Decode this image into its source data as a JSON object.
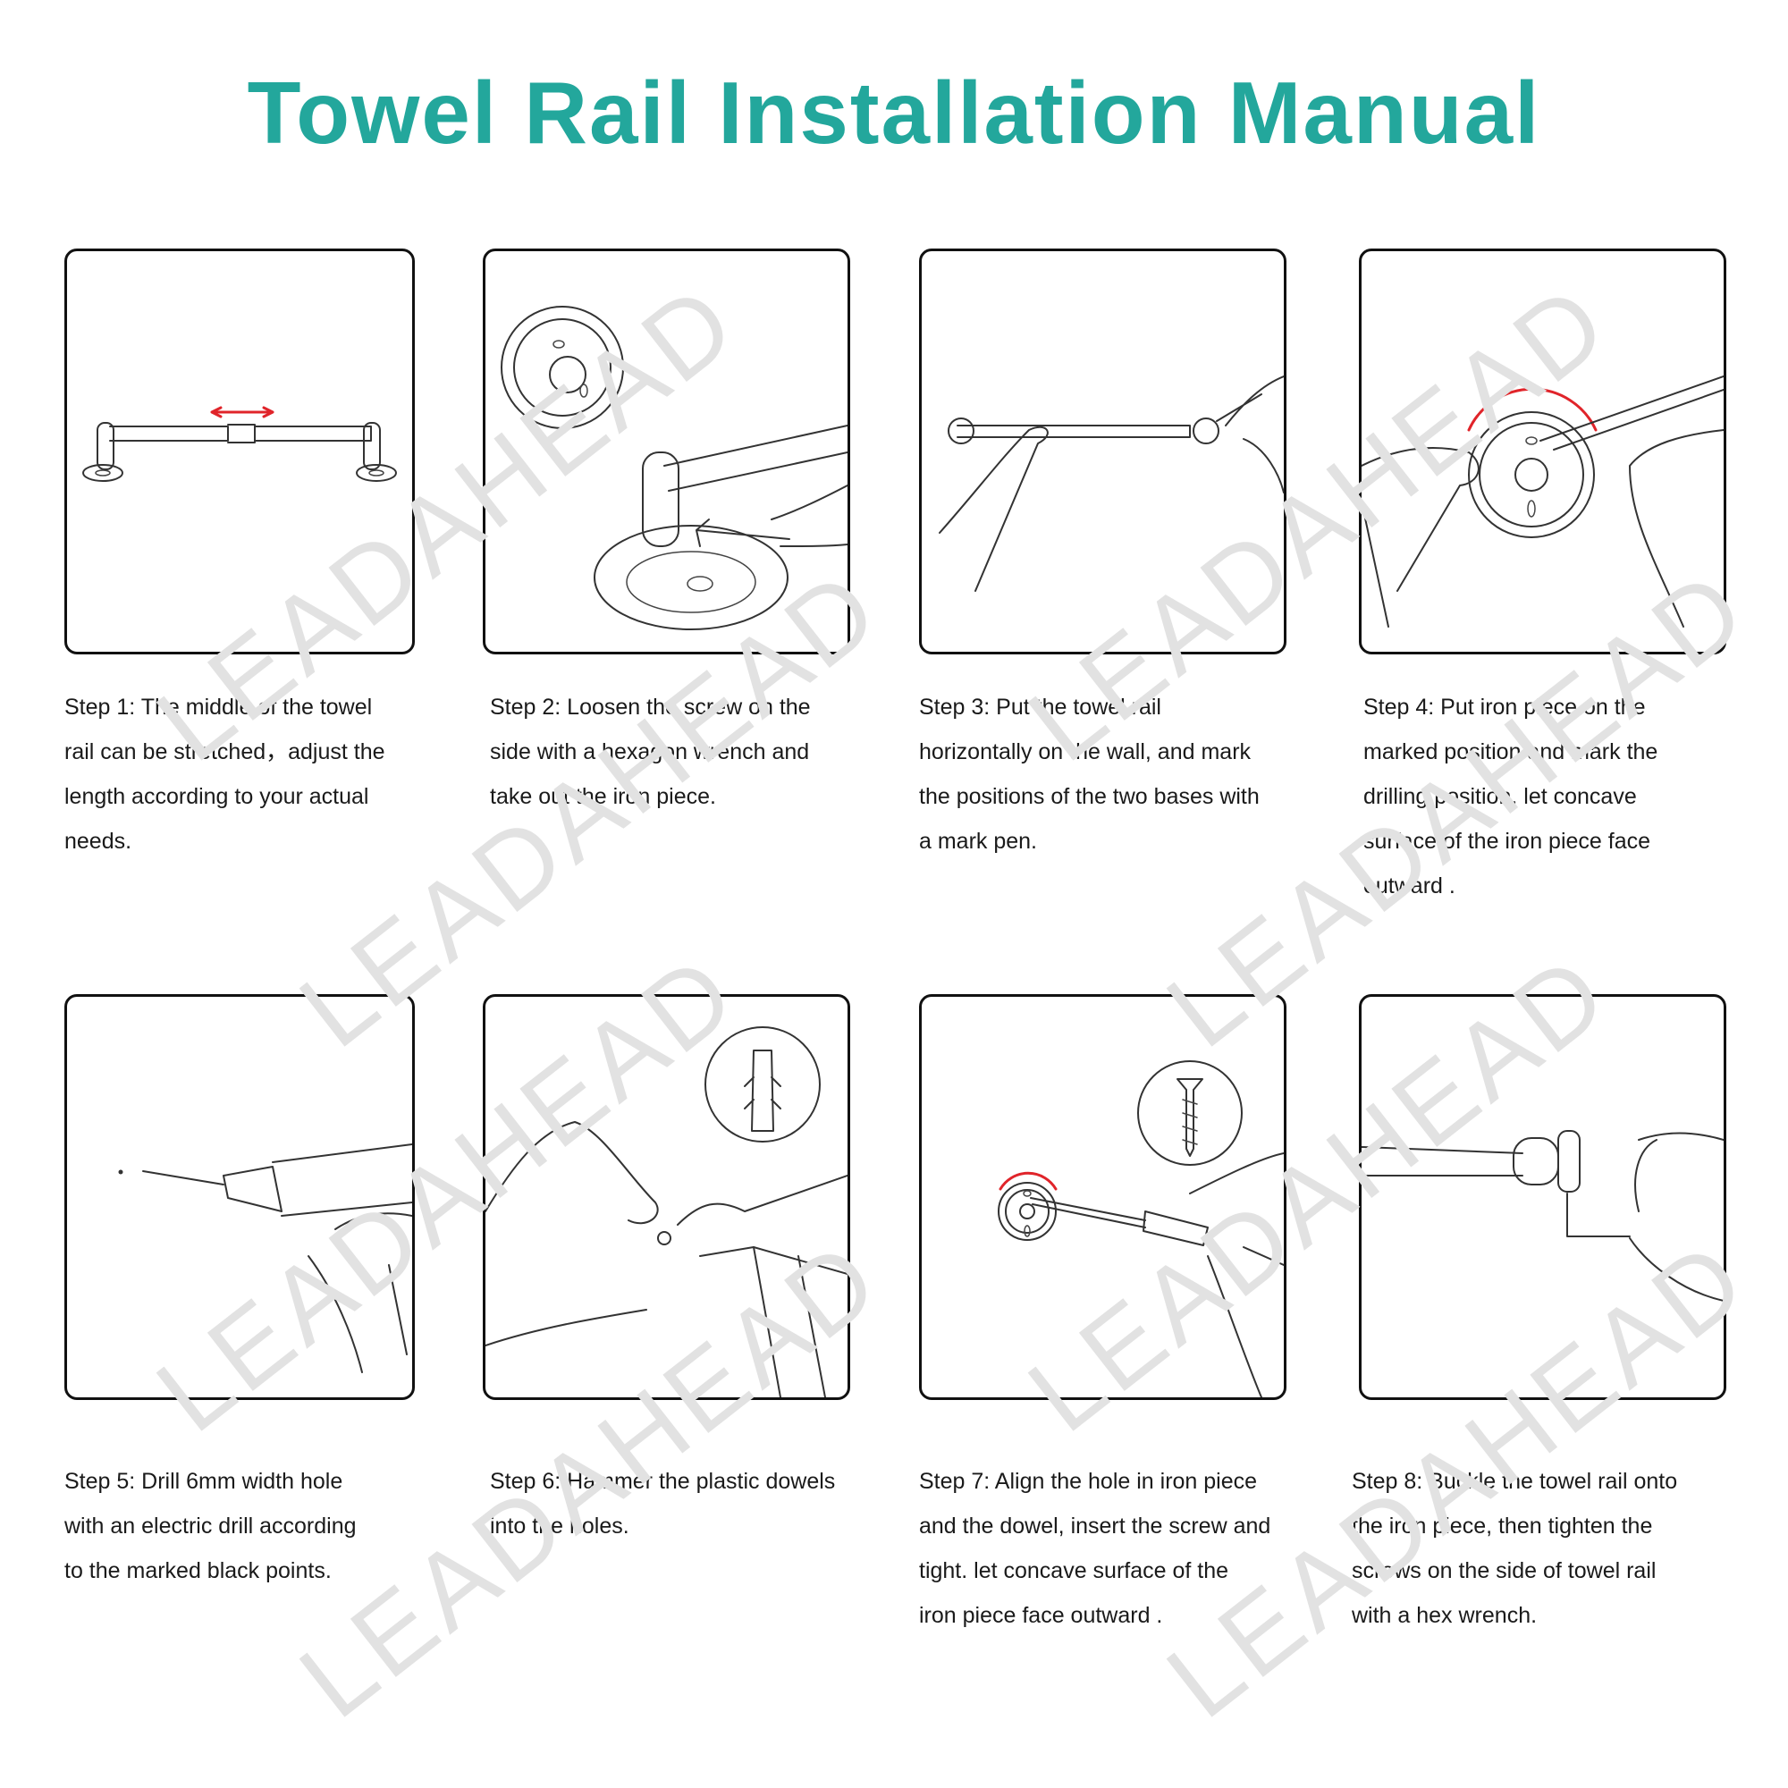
{
  "title": "Towel Rail Installation Manual",
  "watermark": "LEADAHEAD",
  "accent_color": "#23a79c",
  "highlight_color": "#e0242a",
  "steps": [
    {
      "lines": [
        "Step  1: The middle of the towel",
        "rail can be stretched，adjust the",
        "length according to your actual",
        "needs."
      ]
    },
    {
      "lines": [
        "Step 2: Loosen the screw on the",
        "side with a hexagon wrench and",
        "take out the iron piece."
      ]
    },
    {
      "lines": [
        "Step 3: Put the towel rail",
        "horizontally on the wall, and mark",
        "the positions of the two bases with",
        "a mark pen."
      ]
    },
    {
      "lines": [
        "Step 4: Put iron piece on the",
        "marked position and mark the",
        "drilling position.  let concave",
        "surface of the iron piece face",
        "outward ."
      ]
    },
    {
      "lines": [
        "Step 5: Drill 6mm width hole",
        "with an electric drill according",
        "to the marked black points."
      ]
    },
    {
      "lines": [
        "Step 6: Hammer the plastic dowels",
        "into the holes."
      ]
    },
    {
      "lines": [
        "Step 7: Align the hole in iron piece",
        "and the dowel, insert the screw and",
        "tight. let concave surface of the",
        "iron piece face outward ."
      ]
    },
    {
      "lines": [
        "Step 8: Buckle the towel rail onto",
        "the iron piece, then tighten the",
        "screws on the side of towel rail",
        "with a hex wrench."
      ]
    }
  ],
  "illustrations": [
    "towel-rail-stretch",
    "hex-wrench-loosen",
    "mark-wall-positions",
    "mark-drilling-position",
    "electric-drill",
    "hammer-dowels",
    "insert-screw",
    "tighten-rail"
  ]
}
